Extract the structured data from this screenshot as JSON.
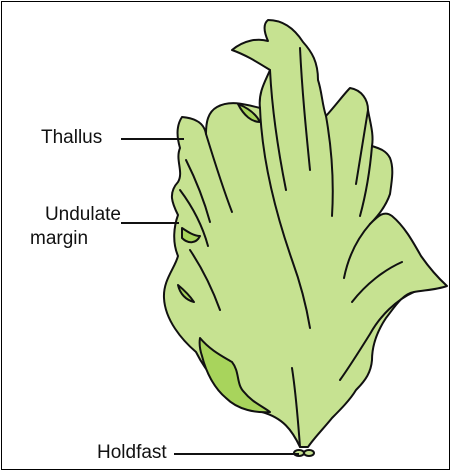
{
  "labels": {
    "thallus": "Thallus",
    "undulate_line1": "Undulate",
    "undulate_line2": "margin",
    "holdfast": "Holdfast"
  },
  "colors": {
    "thallus_fill": "#c6e291",
    "thallus_dark": "#a8d45c",
    "outline": "#111111",
    "background": "#ffffff"
  }
}
